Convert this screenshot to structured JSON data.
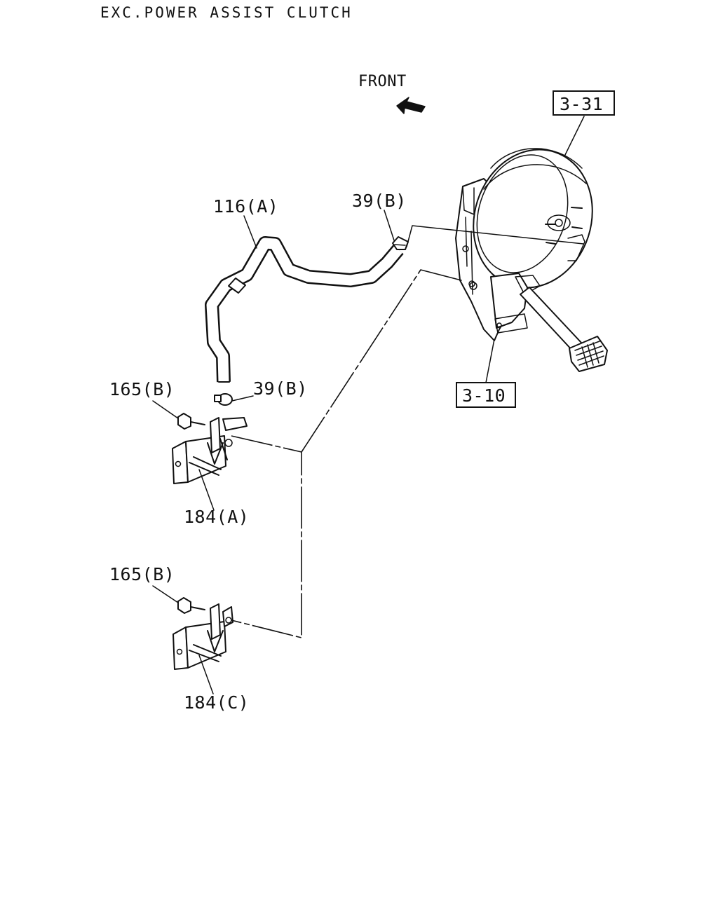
{
  "header": {
    "title": "EXC.POWER ASSIST CLUTCH"
  },
  "orientation": {
    "front_label": "FRONT"
  },
  "callouts": {
    "booster_ref": "3-31",
    "pedal_ref": "3-10",
    "hose": "116(A)",
    "clip_upper": "39(B)",
    "clip_lower": "39(B)",
    "bolt_upper": "165(B)",
    "bracket_upper": "184(A)",
    "bolt_lower": "165(B)",
    "bracket_lower": "184(C)"
  }
}
